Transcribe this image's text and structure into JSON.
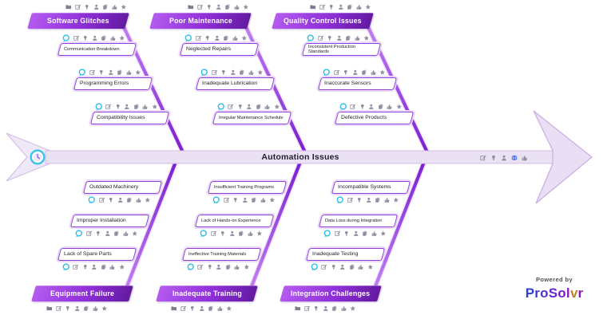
{
  "root": {
    "label": "Automation Issues"
  },
  "categories": [
    {
      "label": "Software Glitches",
      "causes": [
        "Communication Breakdown",
        "Programming Errors",
        "Compatibility Issues"
      ]
    },
    {
      "label": "Poor Maintenance",
      "causes": [
        "Neglected Repairs",
        "Inadequate Lubrication",
        "Irregular Maintenance Schedule"
      ]
    },
    {
      "label": "Quality Control Issues",
      "causes": [
        "Inconsistent Production Standards",
        "Inaccurate Sensors",
        "Defective Products"
      ]
    },
    {
      "label": "Equipment Failure",
      "causes": [
        "Outdated Machinery",
        "Improper Installation",
        "Lack of Spare Parts"
      ]
    },
    {
      "label": "Inadequate Training",
      "causes": [
        "Insufficient Training Programs",
        "Lack of Hands-on Experience",
        "Ineffective Training Materials"
      ]
    },
    {
      "label": "Integration Challenges",
      "causes": [
        "Incompatible Systems",
        "Data Loss during Integration",
        "Inadequate Testing"
      ]
    }
  ],
  "toolbars": {
    "category_icons": [
      "folder",
      "edit",
      "lightbulb",
      "person",
      "copy",
      "thumbs-up",
      "star"
    ],
    "cause_icons": [
      "comment",
      "edit",
      "lightbulb",
      "person",
      "copy",
      "thumbs-up",
      "star"
    ],
    "spine_icons": [
      "edit",
      "lightbulb",
      "person",
      "globe",
      "thumbs-up"
    ]
  },
  "branding": {
    "powered_by": "Powered by",
    "logo_pre": "ProSol",
    "logo_mark": "v",
    "logo_post": "r"
  },
  "colors": {
    "rib_purple": "#8b2fd0",
    "banner_from": "#b55cf0",
    "banner_to": "#611a9e",
    "spine_fill": "#eae2f2",
    "tail_fill": "#efe8f6",
    "arrow_fill": "#e9def3",
    "comment_cyan": "#2fbfe8",
    "badge_cyan": "#38c4ec",
    "globe_blue": "#4169e1",
    "logo_blue": "#2b3fd6",
    "logo_purple": "#8a16c8",
    "logo_gold": "#bf8424"
  }
}
